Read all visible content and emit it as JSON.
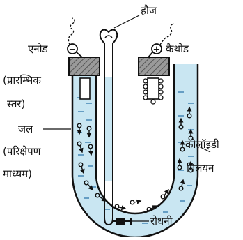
{
  "labels": {
    "reservoir": "हौज",
    "anode": "एनोड",
    "cathode": "कैथोड",
    "initial_level_line1": "(प्रारम्भिक",
    "initial_level_line2": "स्तर)",
    "water": "जल",
    "medium_line1": "(परिक्षेपण",
    "medium_line2": "माध्यम)",
    "colloid_line1": "कोलॉइडी",
    "colloid_line2": "विलयन",
    "stopcock": "रोधनी"
  },
  "symbols": {
    "anode_sign": "−",
    "cathode_sign": "+"
  },
  "colors": {
    "liquid": "#c9e6f2",
    "outline": "#111111",
    "electrode_block": "#8a8a8a"
  },
  "icons": {
    "anode_terminal": "minus-circle-icon",
    "cathode_terminal": "plus-circle-icon",
    "particle": "lollipop-particle-icon"
  }
}
